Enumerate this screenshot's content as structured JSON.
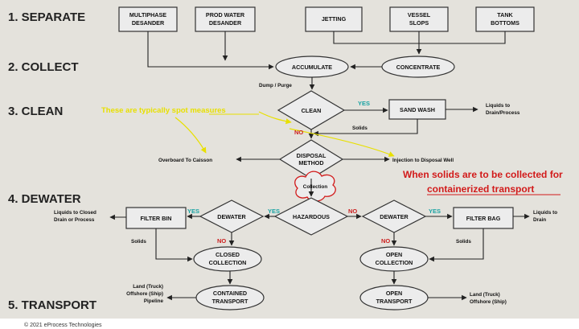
{
  "stages": {
    "separate": "1. SEPARATE",
    "collect": "2. COLLECT",
    "clean": "3. CLEAN",
    "dewater": "4. DEWATER",
    "transport": "5. TRANSPORT"
  },
  "nodes": {
    "multiphase_desander": [
      "MULTIPHASE",
      "DESANDER"
    ],
    "prod_water_desander": [
      "PROD WATER",
      "DESANDER"
    ],
    "jetting": "JETTING",
    "vessel_slops": [
      "VESSEL",
      "SLOPS"
    ],
    "tank_bottoms": [
      "TANK",
      "BOTTOMS"
    ],
    "accumulate": "ACCUMULATE",
    "concentrate": "CONCENTRATE",
    "clean": "CLEAN",
    "sand_wash": "SAND WASH",
    "disposal_method": [
      "DISPOSAL",
      "METHOD"
    ],
    "collection": "Collection",
    "hazardous": "HAZARDOUS",
    "dewater_left": "DEWATER",
    "dewater_right": "DEWATER",
    "filter_bin": "FILTER BIN",
    "filter_bag": "FILTER BAG",
    "closed_collection": [
      "CLOSED",
      "COLLECTION"
    ],
    "open_collection": [
      "OPEN",
      "COLLECTION"
    ],
    "contained_transport": [
      "CONTAINED",
      "TRANSPORT"
    ],
    "open_transport": [
      "OPEN",
      "TRANSPORT"
    ]
  },
  "labels": {
    "dump_purge": "Dump / Purge",
    "yes": "YES",
    "no": "NO",
    "solids": "Solids",
    "liquids_drain_process": [
      "Liquids to",
      "Drain/Process"
    ],
    "overboard": "Overboard To Caisson",
    "injection": "Injection to Disposal Well",
    "liquids_closed_drain": [
      "Liquids to Closed",
      "Drain or Process"
    ],
    "liquids_drain": [
      "Liquids to",
      "Drain"
    ],
    "left_transport": [
      "Land (Truck)",
      "Offshore (Ship)",
      "Pipeline"
    ],
    "right_transport": [
      "Land (Truck)",
      "Offshore (Ship)"
    ]
  },
  "annotations": {
    "spot_note": "These are typically spot measures",
    "red_note_line1": "When solids are to be collected for",
    "red_note_line2": "containerized transport"
  },
  "footer": "© 2021 eProcess Technologies",
  "colors": {
    "background": "#ffffff",
    "stage_band": "#e4e2dc",
    "box_fill": "#ececec",
    "yes": "#1aa3a3",
    "no": "#cc1f1f",
    "note_yellow": "#e8e000",
    "note_red": "#d21a1a"
  }
}
